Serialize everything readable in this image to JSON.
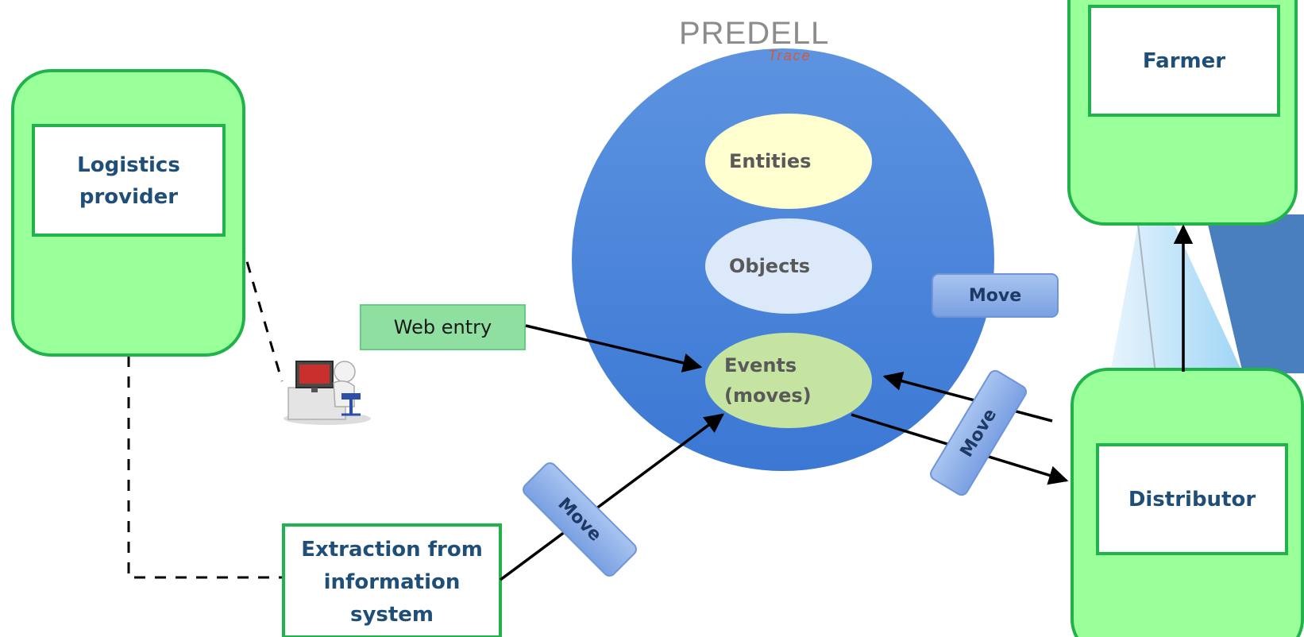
{
  "logo": {
    "main": "PREDELL",
    "sub": "Trace"
  },
  "actors": {
    "logistics_provider": "Logistics provider",
    "farmer": "Farmer",
    "distributor": "Distributor"
  },
  "core": {
    "entities": "Entities",
    "objects": "Objects",
    "events": "Events (moves)"
  },
  "inputs": {
    "web_entry": "Web entry",
    "extraction": "Extraction from information system"
  },
  "move_label": "Move",
  "colors": {
    "actor_fill": "#99ff99",
    "actor_border": "#22b24c",
    "circle": "#4a86dc",
    "entities_fill": "#fefecf",
    "objects_fill": "#dce9fb",
    "events_fill": "#c5e3a1",
    "move_fill": "#8fb2ea",
    "web_entry_fill": "#8fe0a0",
    "actor_text": "#1f4e79"
  },
  "icons": [
    "computer-user-icon"
  ]
}
